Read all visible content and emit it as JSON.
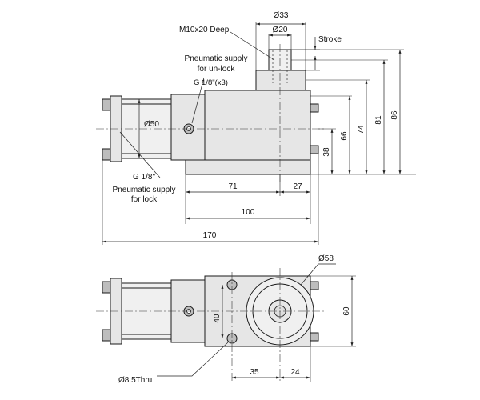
{
  "side_view": {
    "dia_33": "Ø33",
    "dia_20": "Ø20",
    "thread": "M10x20 Deep",
    "stroke": "Stroke",
    "unlock_supply_line1": "Pneumatic supply",
    "unlock_supply_line2": "for un-lock",
    "port_g18x3": "G 1/8\"(x3)",
    "dia_50": "Ø50",
    "port_g18": "G 1/8\"",
    "lock_supply_line1": "Pneumatic supply",
    "lock_supply_line2": "for lock",
    "dim_38": "38",
    "dim_66": "66",
    "dim_74": "74",
    "dim_81": "81",
    "dim_86": "86",
    "dim_71": "71",
    "dim_27": "27",
    "dim_100": "100",
    "dim_170": "170"
  },
  "top_view": {
    "dia_58": "Ø58",
    "dim_40": "40",
    "dim_60": "60",
    "thru_hole": "Ø8.5Thru",
    "dim_35": "35",
    "dim_24": "24"
  }
}
